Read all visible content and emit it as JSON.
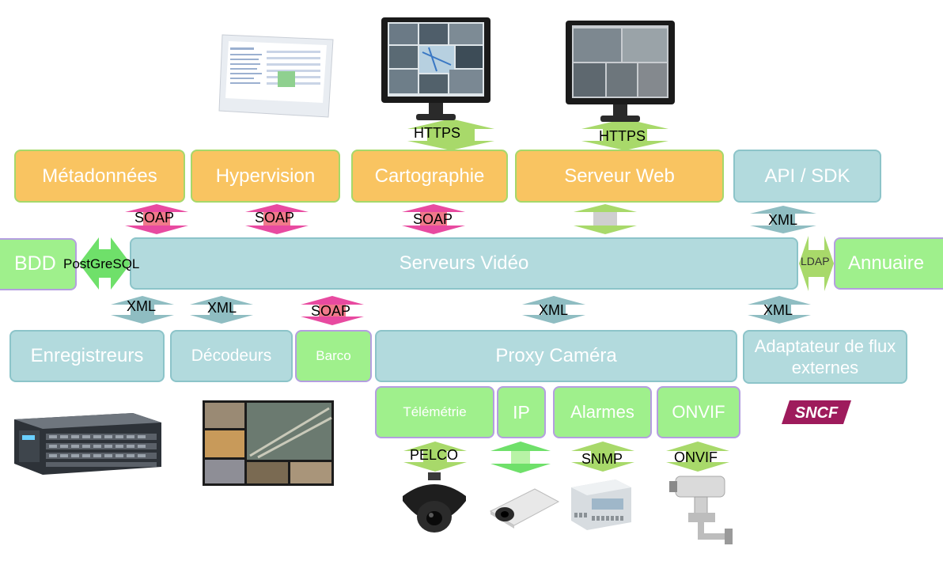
{
  "modules": {
    "metadonnees": "Métadonnées",
    "hypervision": "Hypervision",
    "cartographie": "Cartographie",
    "serveur_web": "Serveur Web",
    "api_sdk": "API / SDK",
    "bdd": "BDD",
    "serveurs_video": "Serveurs Vidéo",
    "annuaire": "Annuaire",
    "enregistreurs": "Enregistreurs",
    "decodeurs": "Décodeurs",
    "barco": "Barco",
    "proxy_camera": "Proxy Caméra",
    "adaptateur": "Adaptateur de flux externes",
    "telemetrie": "Télémétrie",
    "ip": "IP",
    "alarmes": "Alarmes",
    "onvif": "ONVIF"
  },
  "protocols": {
    "https_carto": "HTTPS",
    "https_web": "HTTPS",
    "soap_meta": "SOAP",
    "soap_hyper": "SOAP",
    "soap_carto": "SOAP",
    "xml_api": "XML",
    "postgresql": "PostGreSQL",
    "ldap": "LDAP",
    "xml_enreg": "XML",
    "xml_decod": "XML",
    "soap_barco": "SOAP",
    "xml_proxy": "XML",
    "xml_adapt": "XML",
    "pelco": "PELCO",
    "snmp": "SNMP",
    "onvif_bottom": "ONVIF"
  },
  "logo": {
    "sncf": "SNCF"
  },
  "colors": {
    "module_orange": "#f9c461",
    "module_blue": "#b2dadd",
    "module_green": "#9ff08c",
    "arrow_soap": "#e0409c",
    "arrow_green": "#a8d96a",
    "arrow_blue": "#8fbdc2",
    "sncf_brand": "#9e1b5c"
  },
  "icons": [
    "monitor-icon",
    "server-rack-icon",
    "video-wall-icon",
    "dome-camera-icon",
    "ip-camera-icon",
    "io-module-icon",
    "ptz-camera-icon"
  ]
}
